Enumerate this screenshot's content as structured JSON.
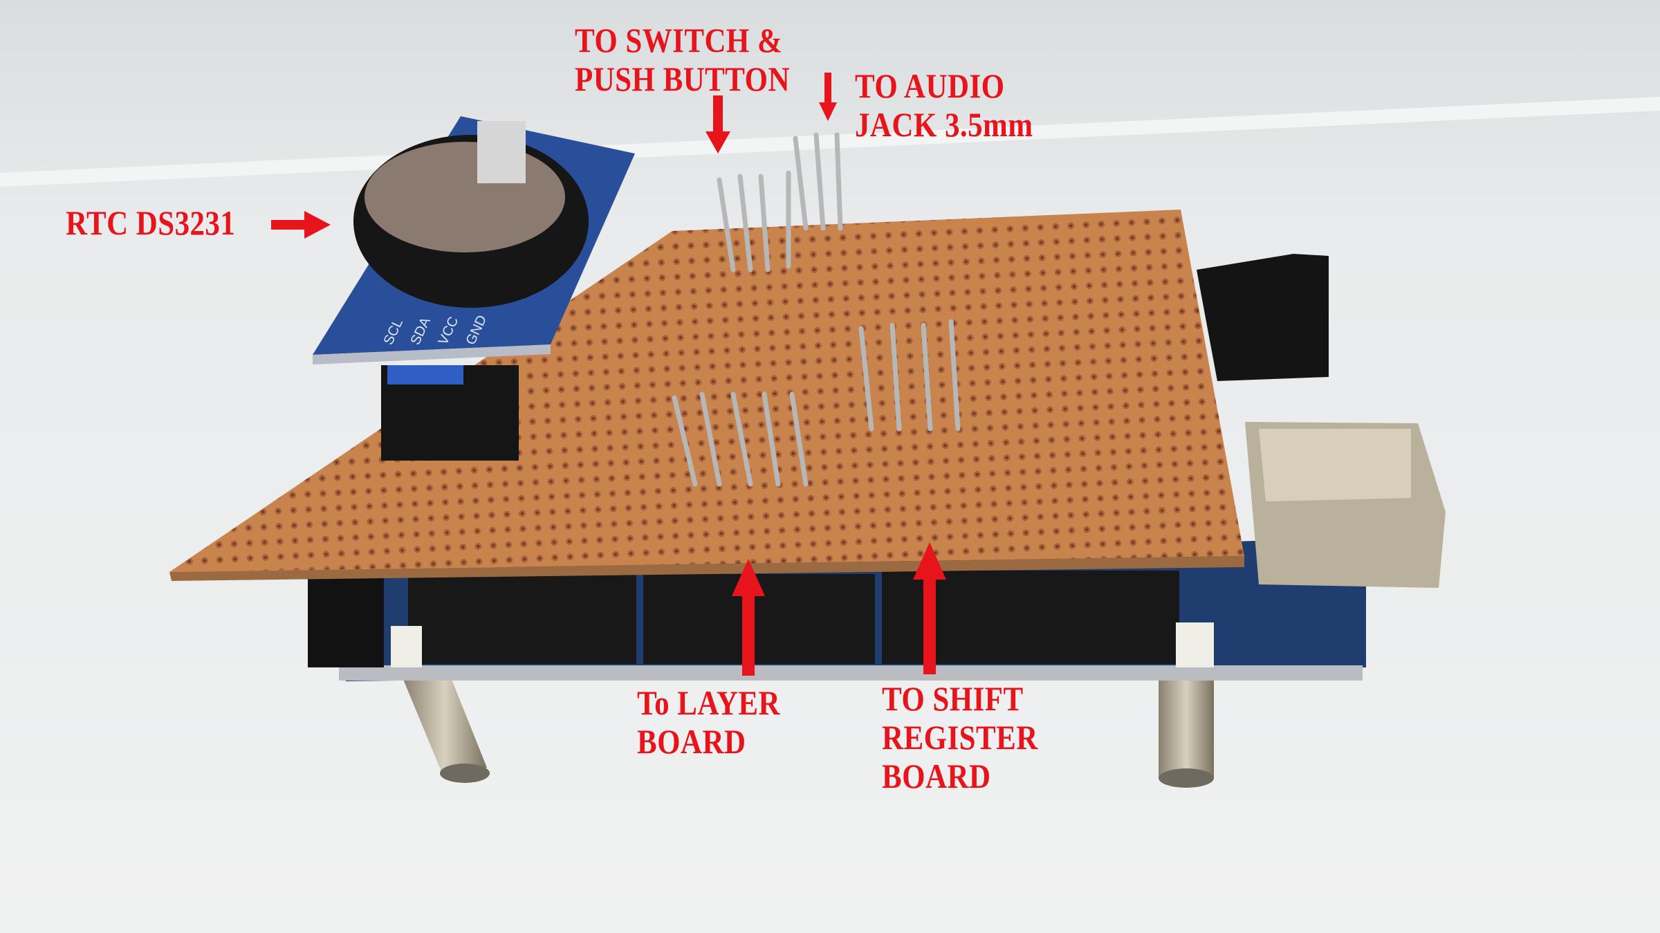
{
  "annotations": {
    "rtc": {
      "text": "RTC DS3231"
    },
    "switch": {
      "line1": "TO SWITCH &",
      "line2": "PUSH BUTTON"
    },
    "audio": {
      "line1": "TO AUDIO",
      "line2": "JACK 3.5mm"
    },
    "layer": {
      "line1": "To LAYER",
      "line2": "BOARD"
    },
    "shift": {
      "line1": "TO SHIFT",
      "line2": "REGISTER",
      "line3": "BOARD"
    }
  },
  "rtc_module": {
    "pins": [
      "SCL",
      "SDA",
      "VCC",
      "GND"
    ]
  },
  "colors": {
    "annotation": "#e8141c",
    "perfboard": "#c8844c",
    "arduino_pcb": "#1f3d6e",
    "rtc_pcb": "#2a4f9a",
    "background": "#e4e6e7"
  }
}
